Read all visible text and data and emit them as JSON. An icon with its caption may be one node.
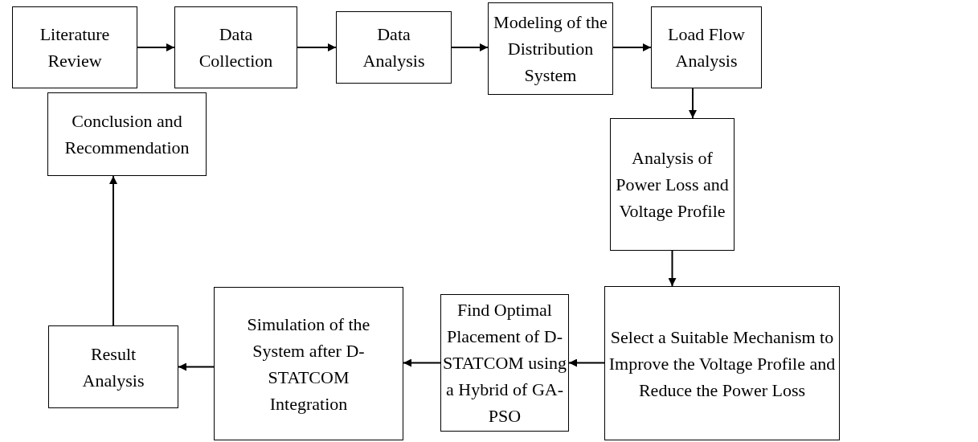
{
  "diagram": {
    "nodes": [
      {
        "text": [
          "Literature Review"
        ]
      },
      {
        "text": [
          "Data Collection"
        ]
      },
      {
        "text": [
          "Data Analysis"
        ]
      },
      {
        "text": [
          "Modeling of the Distribution System"
        ]
      },
      {
        "text": [
          "Load Flow Analysis"
        ]
      },
      {
        "text": [
          "Analysis of Power Loss and Voltage Profile"
        ]
      },
      {
        "text": [
          "Select a Suitable Mechanism to Improve the Voltage Profile and Reduce the Power Loss"
        ]
      },
      {
        "text": [
          "Find Optimal Placement of D-STATCOM using a Hybrid of GA-PSO"
        ]
      },
      {
        "text": [
          "Simulation of the System after D-STATCOM Integration"
        ]
      },
      {
        "text": [
          "Result Analysis"
        ]
      },
      {
        "text": [
          "Conclusion and Recommendation"
        ]
      }
    ],
    "edges": [
      {
        "from": 0,
        "to": 1,
        "arrow": "to"
      },
      {
        "from": 1,
        "to": 2,
        "arrow": "to"
      },
      {
        "from": 2,
        "to": 3,
        "arrow": "to"
      },
      {
        "from": 3,
        "to": 4,
        "arrow": "to"
      },
      {
        "from": 4,
        "to": 5,
        "arrow": "to"
      },
      {
        "from": 5,
        "to": 6,
        "arrow": "to"
      },
      {
        "from": 6,
        "to": 7,
        "arrow": "to"
      },
      {
        "from": 7,
        "to": 8,
        "arrow": "to"
      },
      {
        "from": 8,
        "to": 9,
        "arrow": "to"
      },
      {
        "from": 9,
        "to": 10,
        "arrow": "to"
      }
    ]
  }
}
